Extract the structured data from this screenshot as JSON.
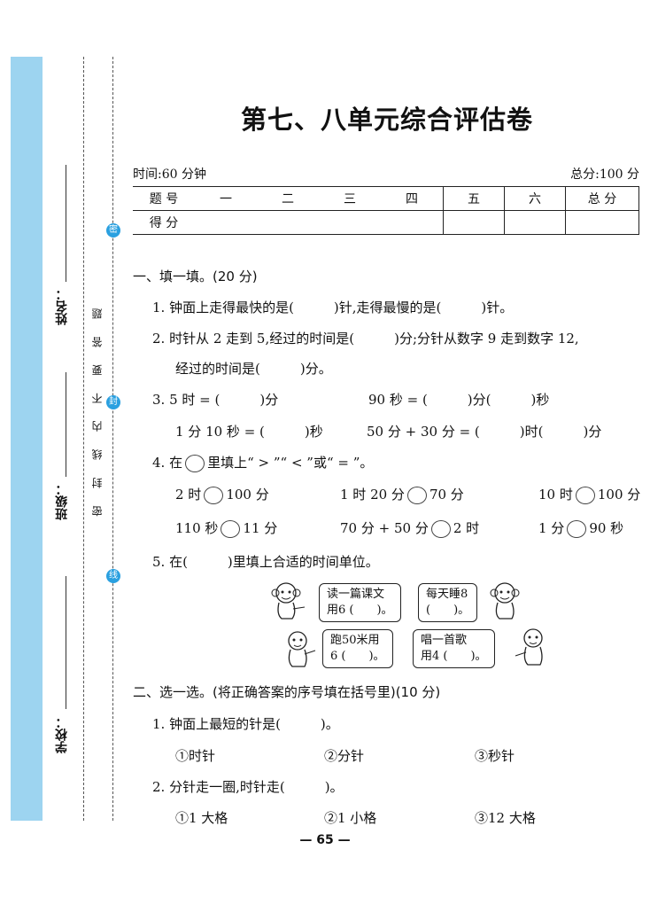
{
  "sidebar": {
    "school_label": "学校：",
    "class_label": "班级：",
    "name_label": "姓名：",
    "seal_text": "密 封 线 内 不 要 答 题",
    "seal_marks": [
      "密",
      "封",
      "线"
    ]
  },
  "title": "第七、八单元综合评估卷",
  "time_label": "时间:60 分钟",
  "total_label": "总分:100 分",
  "score_table": {
    "row1": [
      "题 号",
      "一",
      "二",
      "三",
      "四",
      "五",
      "六",
      "总 分"
    ],
    "row2_label": "得 分"
  },
  "section1": {
    "heading": "一、填一填。(20 分)",
    "q1": "1. 钟面上走得最快的是(　　　)针,走得最慢的是(　　　)针。",
    "q2a": "2. 时针从 2 走到 5,经过的时间是(　　　)分;分针从数字 9 走到数字 12,",
    "q2b": "经过的时间是(　　　)分。",
    "q3_r1": [
      "3. 5 时 = (　　　)分",
      "90 秒 = (　　　)分(　　　)秒"
    ],
    "q3_r2": [
      "1 分 10 秒 = (　　　)秒",
      "50 分 + 30 分 = (　　　)时(　　　)分"
    ],
    "q4_head_a": "4. 在",
    "q4_head_b": "里填上“ > ”“ < ”或“ = ”。",
    "q4_r1": [
      [
        "2 时",
        "100 分"
      ],
      [
        "1 时 20 分",
        "70 分"
      ],
      [
        "10 时",
        "100 分"
      ]
    ],
    "q4_r2": [
      [
        "110 秒",
        "11 分"
      ],
      [
        "70 分 + 50 分",
        "2 时"
      ],
      [
        "1 分",
        "90 秒"
      ]
    ],
    "q5": "5. 在(　　　)里填上合适的时间单位。",
    "bubbles": [
      {
        "l1": "读一篇课文",
        "l2": "用6 (　　)。"
      },
      {
        "l1": "每天睡8",
        "l2": "(　　)。"
      },
      {
        "l1": "跑50米用",
        "l2": "6 (　　)。"
      },
      {
        "l1": "唱一首歌",
        "l2": "用4 (　　)。"
      }
    ]
  },
  "section2": {
    "heading": "二、选一选。(将正确答案的序号填在括号里)(10 分)",
    "q1": "1. 钟面上最短的针是(　　　)。",
    "q1_opts": [
      "①时针",
      "②分针",
      "③秒针"
    ],
    "q2": "2. 分针走一圈,时针走(　　　)。",
    "q2_opts": [
      "①1 大格",
      "②1 小格",
      "③12 大格"
    ]
  },
  "page_number": "— 65 —",
  "colors": {
    "binding_bar": "#9dd4f0",
    "seal_circle": "#2aa0e0"
  }
}
